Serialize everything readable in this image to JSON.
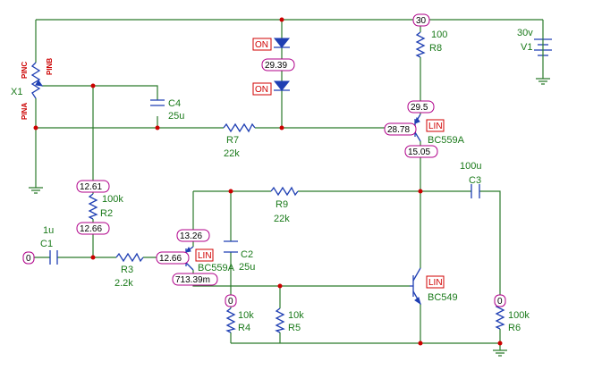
{
  "source": {
    "name": "V1",
    "value": "30v"
  },
  "potentiometer": {
    "name": "X1",
    "pins": [
      "PINC",
      "PINB",
      "PINA"
    ]
  },
  "components": {
    "r8": {
      "name": "R8",
      "value": "100"
    },
    "r7": {
      "name": "R7",
      "value": "22k"
    },
    "r9": {
      "name": "R9",
      "value": "22k"
    },
    "r2": {
      "name": "R2",
      "value": "100k"
    },
    "r3": {
      "name": "R3",
      "value": "2.2k"
    },
    "r4": {
      "name": "R4",
      "value": "10k"
    },
    "r5": {
      "name": "R5",
      "value": "10k"
    },
    "r6": {
      "name": "R6",
      "value": "100k"
    },
    "c4": {
      "name": "C4",
      "value": "25u"
    },
    "c1": {
      "name": "C1",
      "value": "1u"
    },
    "c2": {
      "name": "C2",
      "value": "25u"
    },
    "c3": {
      "name": "C3",
      "value": "100u"
    },
    "q_top": {
      "name": "BC559A"
    },
    "q_mid": {
      "name": "BC559A"
    },
    "q_out": {
      "name": "BC549"
    }
  },
  "diode_states": [
    "ON",
    "ON"
  ],
  "transistor_tags": [
    "LIN",
    "LIN",
    "LIN"
  ],
  "voltages": {
    "supply": "30",
    "diode_mid": "29.39",
    "q_top_e": "29.5",
    "q_top_b": "28.78",
    "q_top_c": "15.05",
    "r2_top": "12.61",
    "r2_bot": "12.66",
    "q_mid_e": "13.26",
    "q_mid_b": "12.66",
    "q_mid_c": "713.39m",
    "input": "0",
    "r4_top": "0",
    "r6_top": "0"
  }
}
